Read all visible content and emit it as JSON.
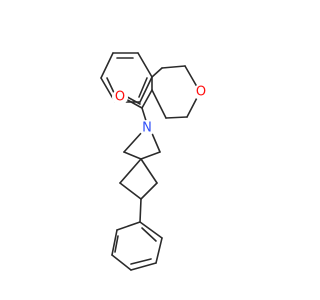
{
  "molecule": {
    "atoms": {
      "oxygen_carbonyl": {
        "symbol": "O",
        "color": "#ff0d0d"
      },
      "nitrogen_azetidine": {
        "symbol": "N",
        "color": "#3050f8"
      },
      "oxygen_oxane": {
        "symbol": "O",
        "color": "#ff0d0d"
      }
    },
    "bond_color": "#2b2b2b",
    "background": "#ffffff"
  }
}
